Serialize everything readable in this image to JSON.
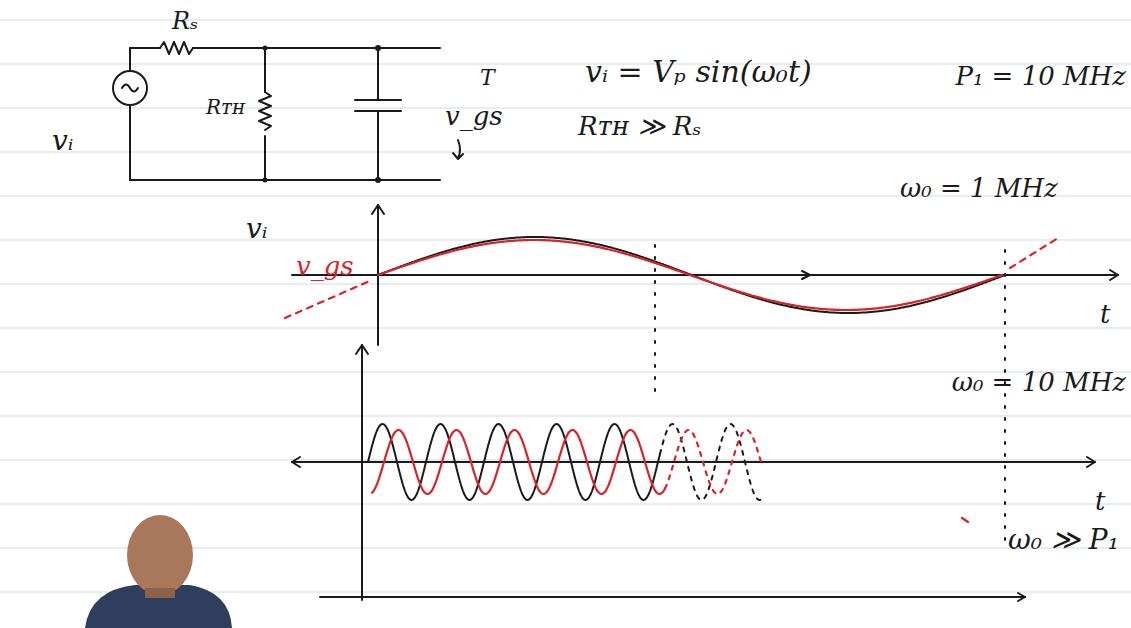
{
  "diagram": {
    "labels": [
      "Rₛ",
      "vᵢ",
      "Rᴛʜ",
      "T",
      "v_gs",
      "vᵢ = Vₚ sin(ω₀t)",
      "Rᴛʜ ≫ Rₛ",
      "P₁ = 10 MHz",
      "ω₀ = 1 MHz",
      "vᵢ",
      "v_gs",
      "t",
      "ω₀ = 10 MHz",
      "t",
      "ω₀ ≫ P₁"
    ]
  }
}
